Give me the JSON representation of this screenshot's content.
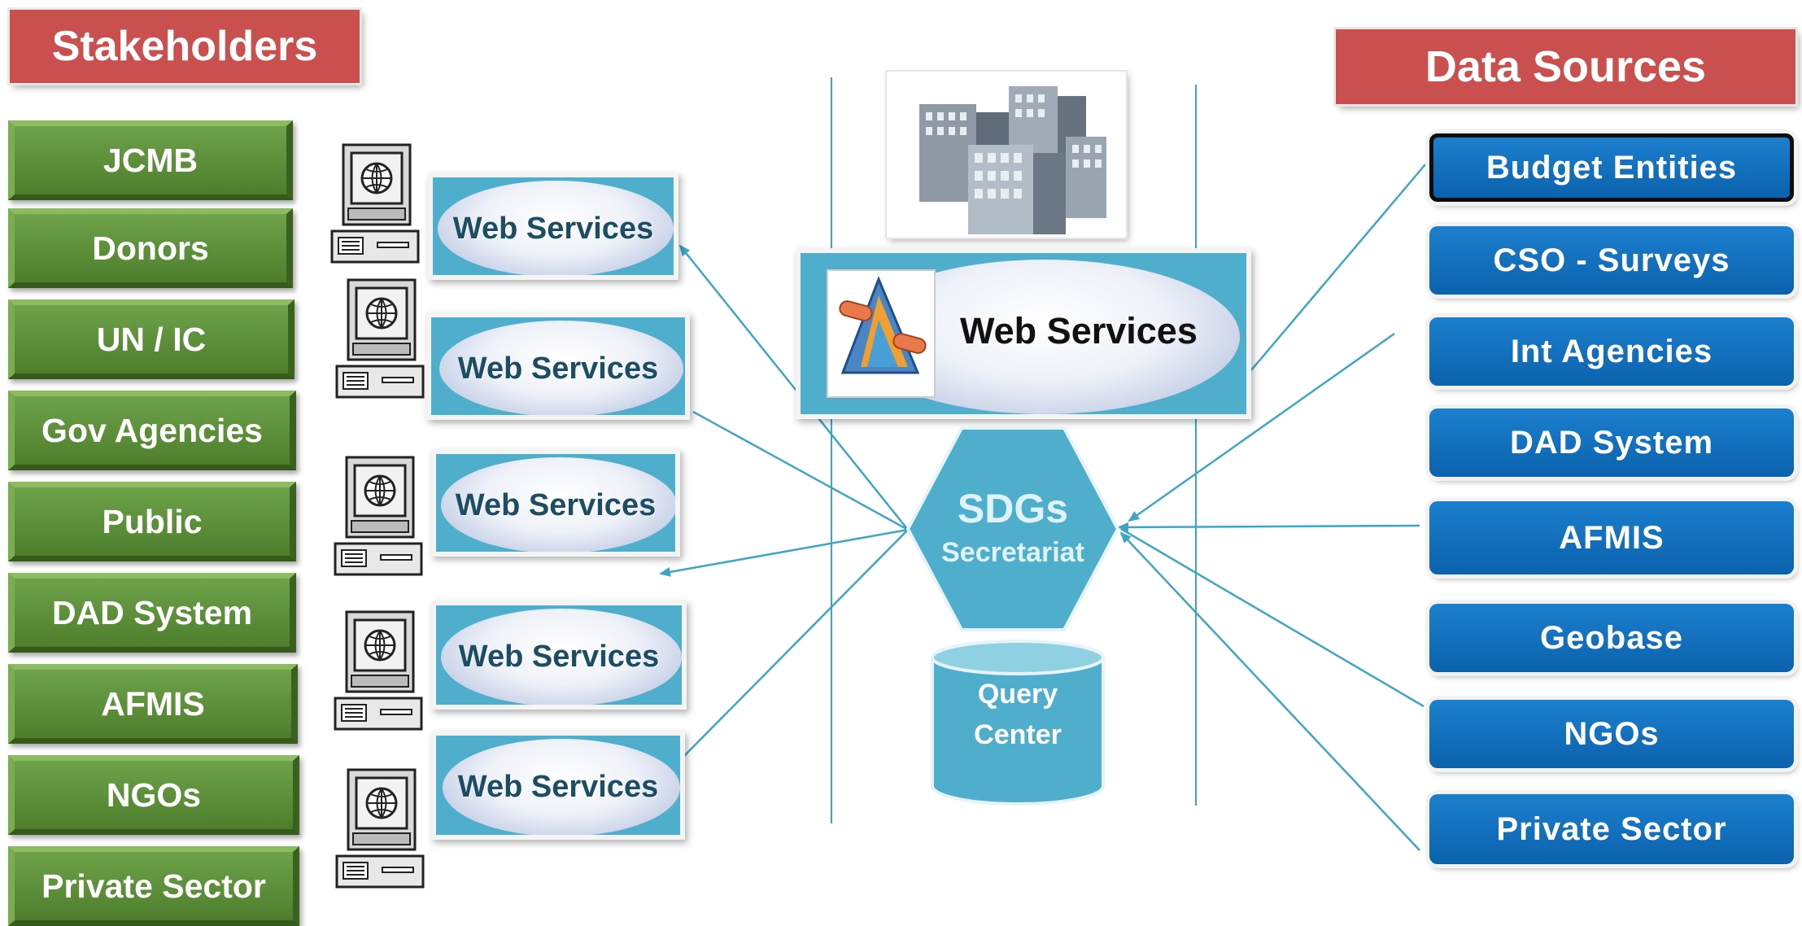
{
  "stakeholders_header": "Stakeholders",
  "data_sources_header": "Data Sources",
  "stakeholders": [
    "JCMB",
    "Donors",
    "UN / IC",
    "Gov Agencies",
    "Public",
    "DAD System",
    "AFMIS",
    "NGOs",
    "Private Sector"
  ],
  "data_sources": [
    "Budget Entities",
    "CSO - Surveys",
    "Int Agencies",
    "DAD System",
    "AFMIS",
    "Geobase",
    "NGOs",
    "Private Sector"
  ],
  "web_services_label": "Web Services",
  "central": {
    "web_services": "Web Services",
    "hub_title": "SDGs",
    "hub_subtitle": "Secretariat",
    "query_line1": "Query",
    "query_line2": "Center"
  },
  "colors": {
    "header_red": "#c9504f",
    "stakeholder_green": "#5a8d36",
    "source_blue": "#1170be",
    "hub_teal": "#4eaecb",
    "connector": "#3ea6c4"
  },
  "icons": [
    "computer-terminal-icon",
    "office-buildings-icon",
    "web-services-logo-icon"
  ]
}
